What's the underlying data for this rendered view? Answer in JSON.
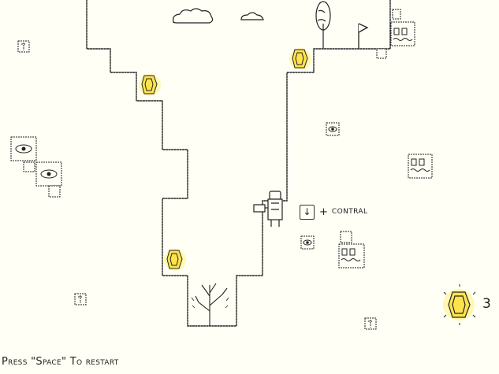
{
  "game": {
    "coin_count": "3",
    "hint": {
      "key_icon": "down-arrow-key",
      "plus": "+",
      "action": "CONTRAL"
    },
    "restart_text": "Press \"Space\" To restart"
  },
  "colors": {
    "background": "#fffff5",
    "ink": "#222222",
    "coin_fill": "#ffe34d",
    "coin_glow": "#fff27a"
  }
}
